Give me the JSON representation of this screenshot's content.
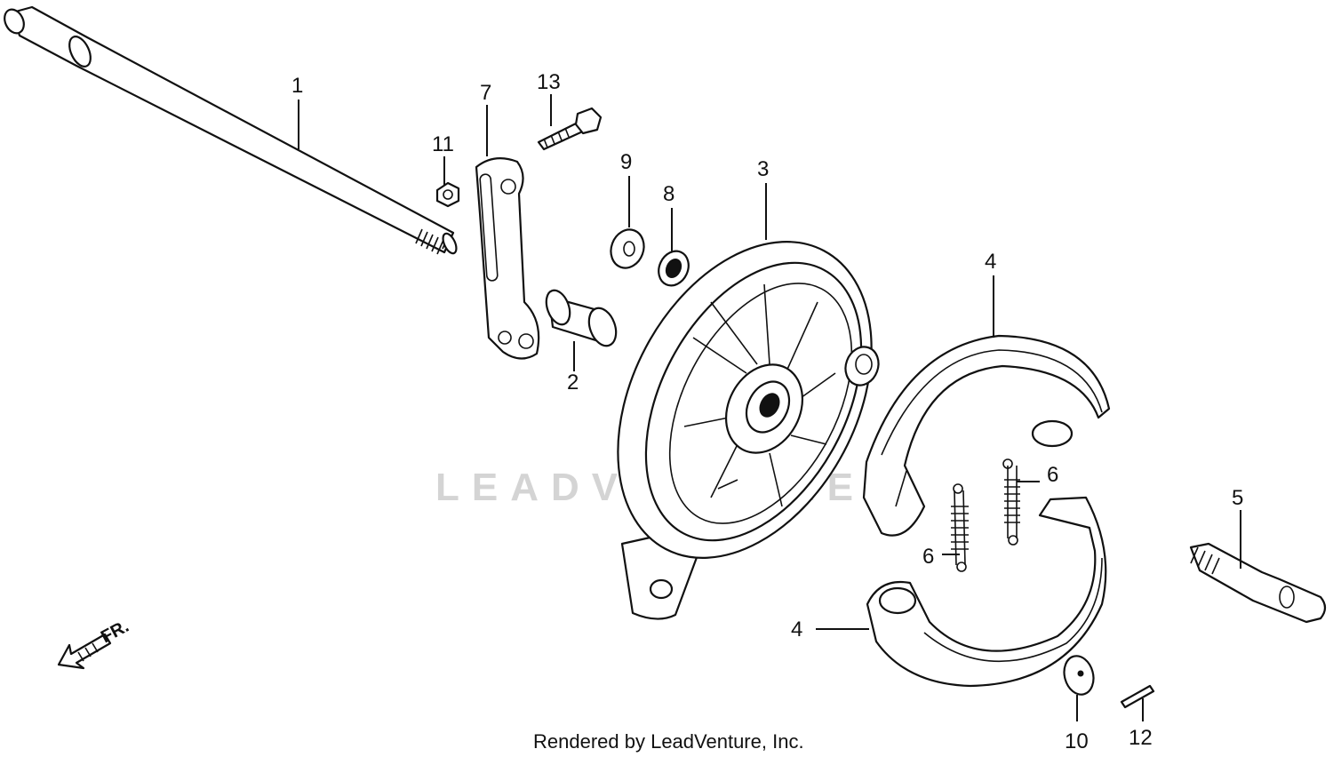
{
  "diagram": {
    "callouts": [
      {
        "id": "axle",
        "number": "1"
      },
      {
        "id": "collar",
        "number": "2"
      },
      {
        "id": "brake-panel",
        "number": "3"
      },
      {
        "id": "brake-shoe-upper",
        "number": "4"
      },
      {
        "id": "brake-shoe-lower",
        "number": "4"
      },
      {
        "id": "brake-cam",
        "number": "5"
      },
      {
        "id": "spring-right",
        "number": "6"
      },
      {
        "id": "spring-left",
        "number": "6"
      },
      {
        "id": "stopper-arm",
        "number": "7"
      },
      {
        "id": "dust-seal",
        "number": "8"
      },
      {
        "id": "washer-9",
        "number": "9"
      },
      {
        "id": "washer-10",
        "number": "10"
      },
      {
        "id": "nut",
        "number": "11"
      },
      {
        "id": "cotter-pin",
        "number": "12"
      },
      {
        "id": "bolt",
        "number": "13"
      }
    ],
    "direction_marker": "FR.",
    "watermark": "LEADVENTURE"
  },
  "footer": {
    "credit": "Rendered by LeadVenture, Inc."
  }
}
